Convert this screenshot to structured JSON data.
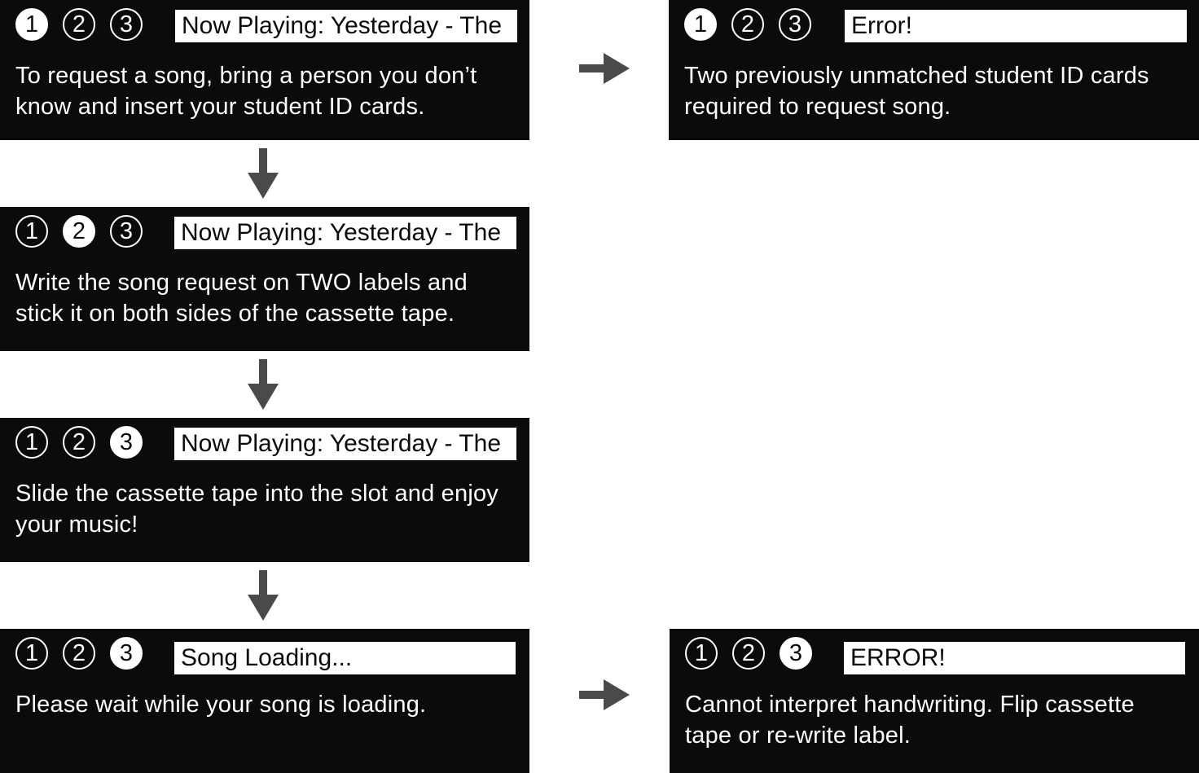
{
  "screens": [
    {
      "steps": [
        "1",
        "2",
        "3"
      ],
      "active_step": 0,
      "status": "Now Playing: Yesterday - The",
      "message": "To request a song, bring a person you don’t know and insert your student ID cards."
    },
    {
      "steps": [
        "1",
        "2",
        "3"
      ],
      "active_step": 1,
      "status": "Now Playing: Yesterday - The",
      "message": "Write the song request on TWO labels and stick it on both sides of the cassette tape."
    },
    {
      "steps": [
        "1",
        "2",
        "3"
      ],
      "active_step": 2,
      "status": "Now Playing: Yesterday - The",
      "message": "Slide the cassette tape into the slot and enjoy your music!"
    },
    {
      "steps": [
        "1",
        "2",
        "3"
      ],
      "active_step": 2,
      "status": "Song Loading...",
      "message": "Please wait while your song is loading."
    },
    {
      "steps": [
        "1",
        "2",
        "3"
      ],
      "active_step": 0,
      "status": "Error!",
      "message": "Two previously unmatched student ID cards required to request song."
    },
    {
      "steps": [
        "1",
        "2",
        "3"
      ],
      "active_step": 2,
      "status": "ERROR!",
      "message": "Cannot interpret handwriting. Flip cassette tape or re-write label."
    }
  ],
  "colors": {
    "panel": "#0b0b0b",
    "text": "#ffffff",
    "arrow": "#4a4a4a"
  },
  "icons": {
    "down_arrow": "arrow-down-icon",
    "right_arrow": "arrow-right-icon"
  }
}
